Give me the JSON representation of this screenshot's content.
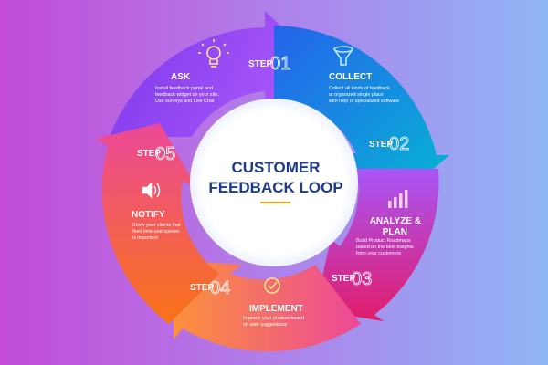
{
  "center": {
    "title_line1": "CUSTOMER",
    "title_line2": "FEEDBACK LOOP"
  },
  "step_word": "STEP",
  "steps": [
    {
      "number": "01",
      "title": "ASK",
      "desc": [
        "Install feedback portal and",
        "feedback widget on your site,",
        "Use surveys and Live Chat"
      ],
      "icon": "lightbulb-icon",
      "color": "#8b5cf6"
    },
    {
      "number": "02",
      "title": "COLLECT",
      "desc": [
        "Collect all kinds of feedback",
        "at organized single place",
        "with help of specialized software"
      ],
      "icon": "funnel-icon",
      "color": "#0ea5e9"
    },
    {
      "number": "03",
      "title_lines": [
        "ANALYZE &",
        "PLAN"
      ],
      "desc": [
        "Build Product Roadmaps",
        "based on the best insights",
        "from your customers"
      ],
      "icon": "bar-chart-icon",
      "color": "#e11d6a"
    },
    {
      "number": "04",
      "title": "IMPLEMENT",
      "desc": [
        "Improve your product based",
        "on user suggestions"
      ],
      "icon": "check-circle-icon",
      "color": "#f97316"
    },
    {
      "number": "05",
      "title": "NOTIFY",
      "desc": [
        "Show your clients that",
        "their time and opinion",
        "is important"
      ],
      "icon": "speaker-icon",
      "color": "#ec4899"
    }
  ]
}
